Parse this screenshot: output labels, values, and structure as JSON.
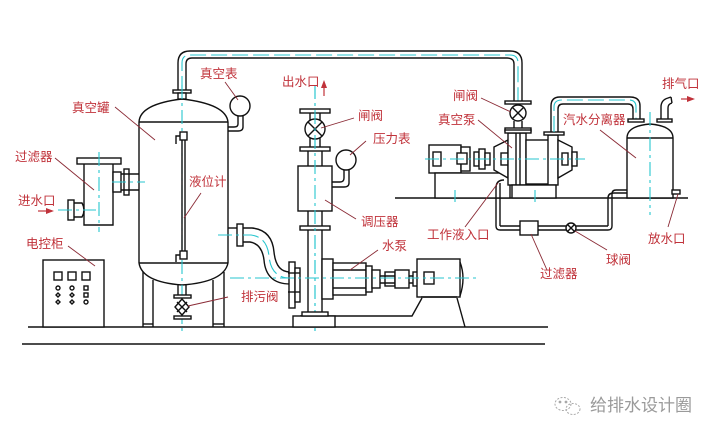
{
  "diagram": {
    "title": "Vacuum water supply system schematic",
    "colors": {
      "label": "#c0323a",
      "centerline": "#27c6cf",
      "outline": "#111111",
      "watermark": "#9a9a9a"
    },
    "labels": {
      "vacuum_gauge": "真空表",
      "water_outlet": "出水口",
      "vacuum_tank": "真空罐",
      "gate_valve_left": "闸阀",
      "pressure_gauge": "压力表",
      "filter_left": "过滤器",
      "level_gauge": "液位计",
      "water_inlet": "进水口",
      "pressure_regulator": "调压器",
      "control_cabinet": "电控柜",
      "water_pump": "水泵",
      "drain_valve": "排污阀",
      "gate_valve_right": "闸阀",
      "vacuum_pump": "真空泵",
      "exhaust_port": "排气口",
      "steam_water_separator": "汽水分离器",
      "working_fluid_inlet": "工作液入口",
      "drain_port": "放水口",
      "filter_right": "过滤器",
      "ball_valve": "球阀"
    },
    "watermark": {
      "icon": "wechat-icon",
      "text": "给排水设计圈"
    }
  }
}
